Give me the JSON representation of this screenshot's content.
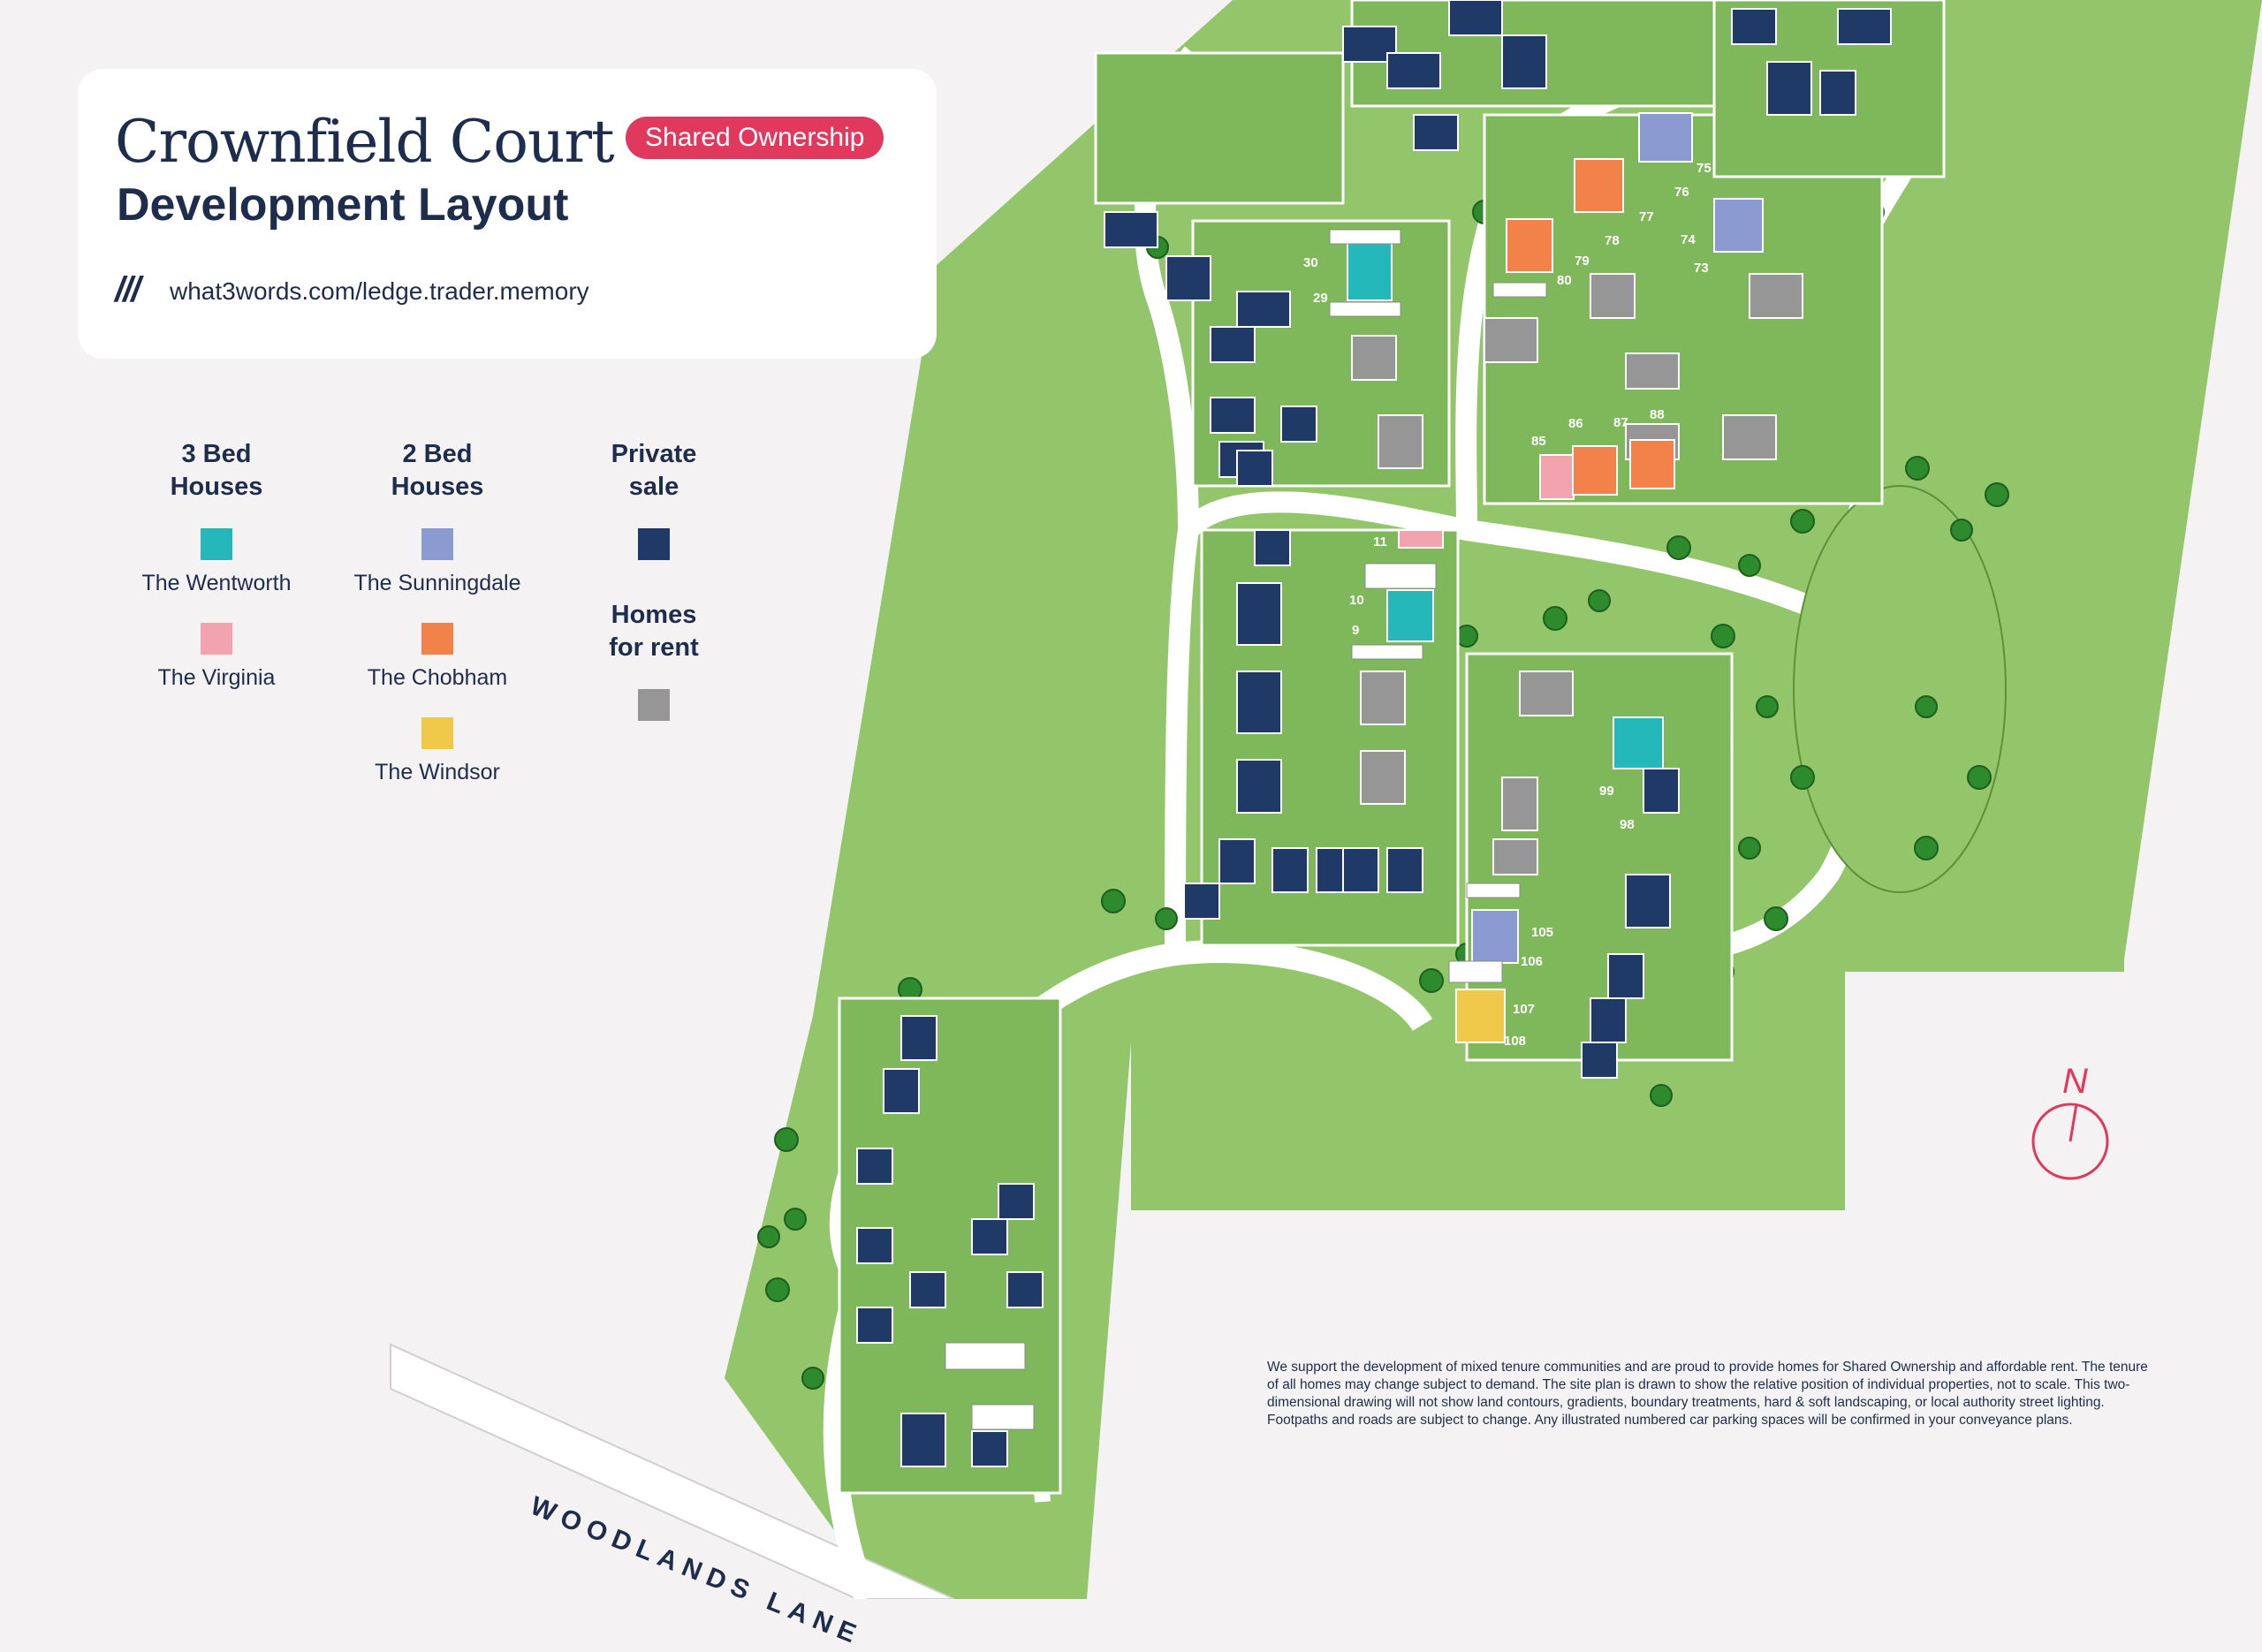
{
  "header": {
    "title": "Crownfield Court",
    "subtitle": "Development Layout",
    "badge": "Shared Ownership",
    "w3w_icon": "///",
    "w3w_address": "what3words.com/ledge.trader.memory"
  },
  "legend": {
    "columns": [
      {
        "heading": "3 Bed\nHouses",
        "items": [
          {
            "label": "The Wentworth",
            "color": "#25b8bb"
          },
          {
            "label": "The Virginia",
            "color": "#f2a3ad"
          }
        ]
      },
      {
        "heading": "2 Bed\nHouses",
        "items": [
          {
            "label": "The Sunningdale",
            "color": "#8b9bd1"
          },
          {
            "label": "The Chobham",
            "color": "#f3814a"
          },
          {
            "label": "The Windsor",
            "color": "#f0c84a"
          }
        ]
      },
      {
        "heading": "Private\nsale",
        "items": [
          {
            "label": "",
            "color": "#1f3a66"
          }
        ]
      },
      {
        "heading": "Homes\nfor rent",
        "items": [
          {
            "label": "",
            "color": "#969696"
          }
        ]
      }
    ]
  },
  "map": {
    "road_name": "WOODLANDS LANE",
    "north_label": "N",
    "colors": {
      "green": "#93c56b",
      "plot_green": "#7fb85a",
      "road": "#ffffff",
      "background": "#f4f2f2",
      "tree": "#2d8a2d"
    },
    "plot_numbers": [
      "73",
      "74",
      "75",
      "76",
      "77",
      "78",
      "79",
      "80",
      "85",
      "86",
      "87",
      "88",
      "9",
      "10",
      "11",
      "29",
      "30",
      "98",
      "99",
      "105",
      "106",
      "107",
      "108"
    ]
  },
  "disclaimer": "We support the development of mixed tenure communities and are proud to provide homes for Shared Ownership and affordable rent. The tenure of all homes may change subject to demand. The site plan is drawn to show the relative position of individual properties, not to scale. This two-dimensional drawing will not show land contours, gradients, boundary treatments, hard & soft landscaping, or local authority street lighting. Footpaths and roads are subject to change. Any illustrated numbered car parking spaces will be confirmed in your conveyance plans."
}
